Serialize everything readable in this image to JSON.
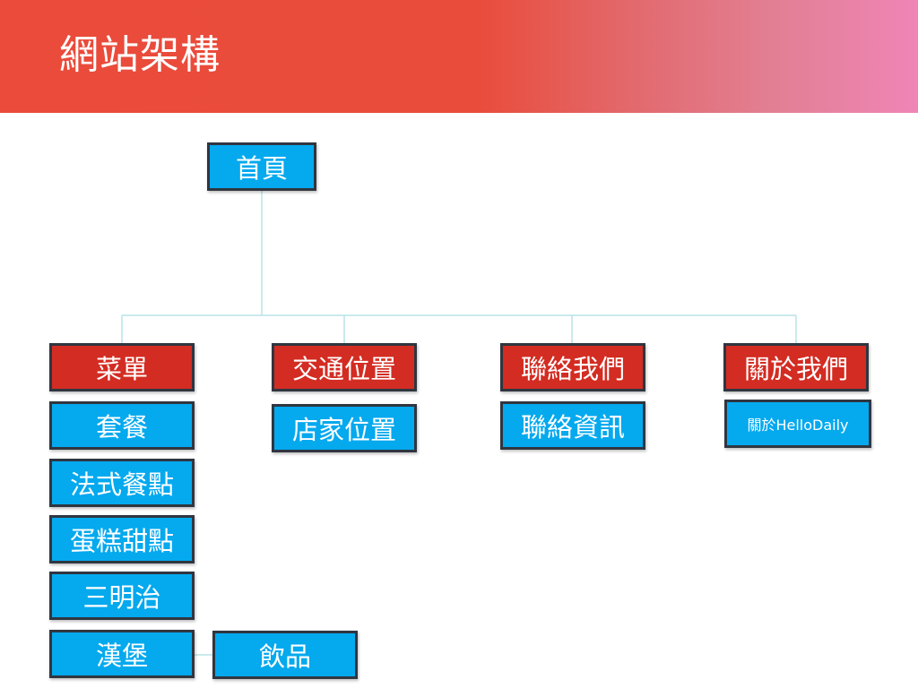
{
  "slide": {
    "title": "網站架構"
  },
  "colors": {
    "header_start": "#ea4b3b",
    "header_end": "#ef85b6",
    "node_blue": "#05a9ee",
    "node_red": "#d32c22",
    "node_border": "#2f3640",
    "connector": "#b9e3e6"
  },
  "sitemap": {
    "root": "首頁",
    "sections": [
      {
        "label": "菜單",
        "children": [
          "套餐",
          "法式餐點",
          "蛋糕甜點",
          "三明治",
          "漢堡",
          "飲品"
        ]
      },
      {
        "label": "交通位置",
        "children": [
          "店家位置"
        ]
      },
      {
        "label": "聯絡我們",
        "children": [
          "聯絡資訊"
        ]
      },
      {
        "label": "關於我們",
        "children": [
          "關於HelloDaily"
        ]
      }
    ]
  }
}
